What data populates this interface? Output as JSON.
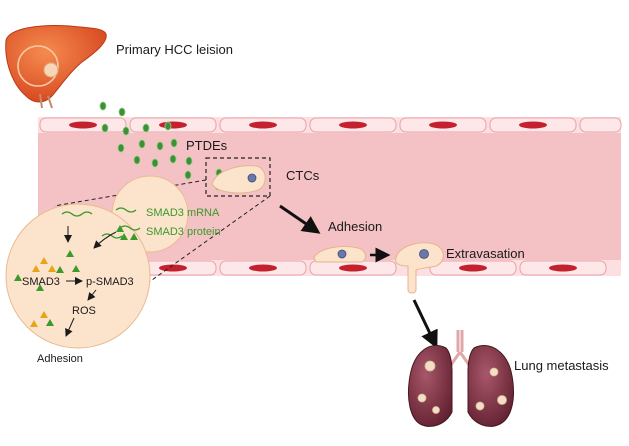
{
  "labels": {
    "primary_lesion": "Primary HCC leision",
    "ptdes": "PTDEs",
    "ctcs": "CTCs",
    "adhesion": "Adhesion",
    "extravasation": "Extravasation",
    "lung_metastasis": "Lung metastasis"
  },
  "inset": {
    "smad3_mrna": "SMAD3 mRNA",
    "smad3_protein": "SMAD3 protein",
    "smad3": "SMAD3",
    "p_smad3": "p-SMAD3",
    "ros": "ROS",
    "adhesion": "Adhesion"
  },
  "colors": {
    "vessel": "#f2b9bc",
    "vessel_wall": "#e98f96",
    "endothelial_nucleus": "#c4202e",
    "ptde_green": "#3f8f3a",
    "cell_fill": "#fbe3cc",
    "cell_nucleus": "#6a78a8",
    "smad3_triangle": "#3a9a2a",
    "psmad3_triangle": "#e8a417",
    "liver": "#e2582a",
    "lung": "#7a2e3c"
  },
  "icons": [
    "liver-icon",
    "lung-icon"
  ]
}
